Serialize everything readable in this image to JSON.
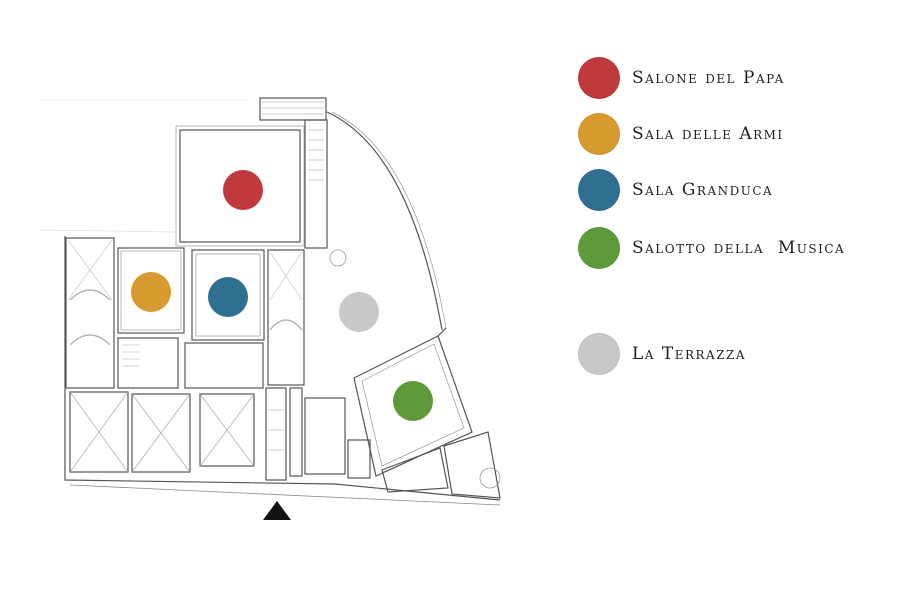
{
  "map": {
    "entrance_marker": "entrance-arrow",
    "rooms": [
      {
        "key": "salone",
        "color": "#c0393b"
      },
      {
        "key": "armi",
        "color": "#d79a2f"
      },
      {
        "key": "granduca",
        "color": "#2f6f91"
      },
      {
        "key": "musica",
        "color": "#5f9a3a"
      },
      {
        "key": "terrazza",
        "color": "#c8c8c8"
      }
    ]
  },
  "legend": {
    "items": [
      {
        "label": "Salone del Papa",
        "color": "#c0393b"
      },
      {
        "label": "Sala delle Armi",
        "color": "#d79a2f"
      },
      {
        "label": "Sala Granduca",
        "color": "#2f6f91"
      },
      {
        "label": "Salotto della  Musica",
        "color": "#5f9a3a"
      },
      {
        "label": "La Terrazza",
        "color": "#c8c8c8"
      }
    ]
  }
}
